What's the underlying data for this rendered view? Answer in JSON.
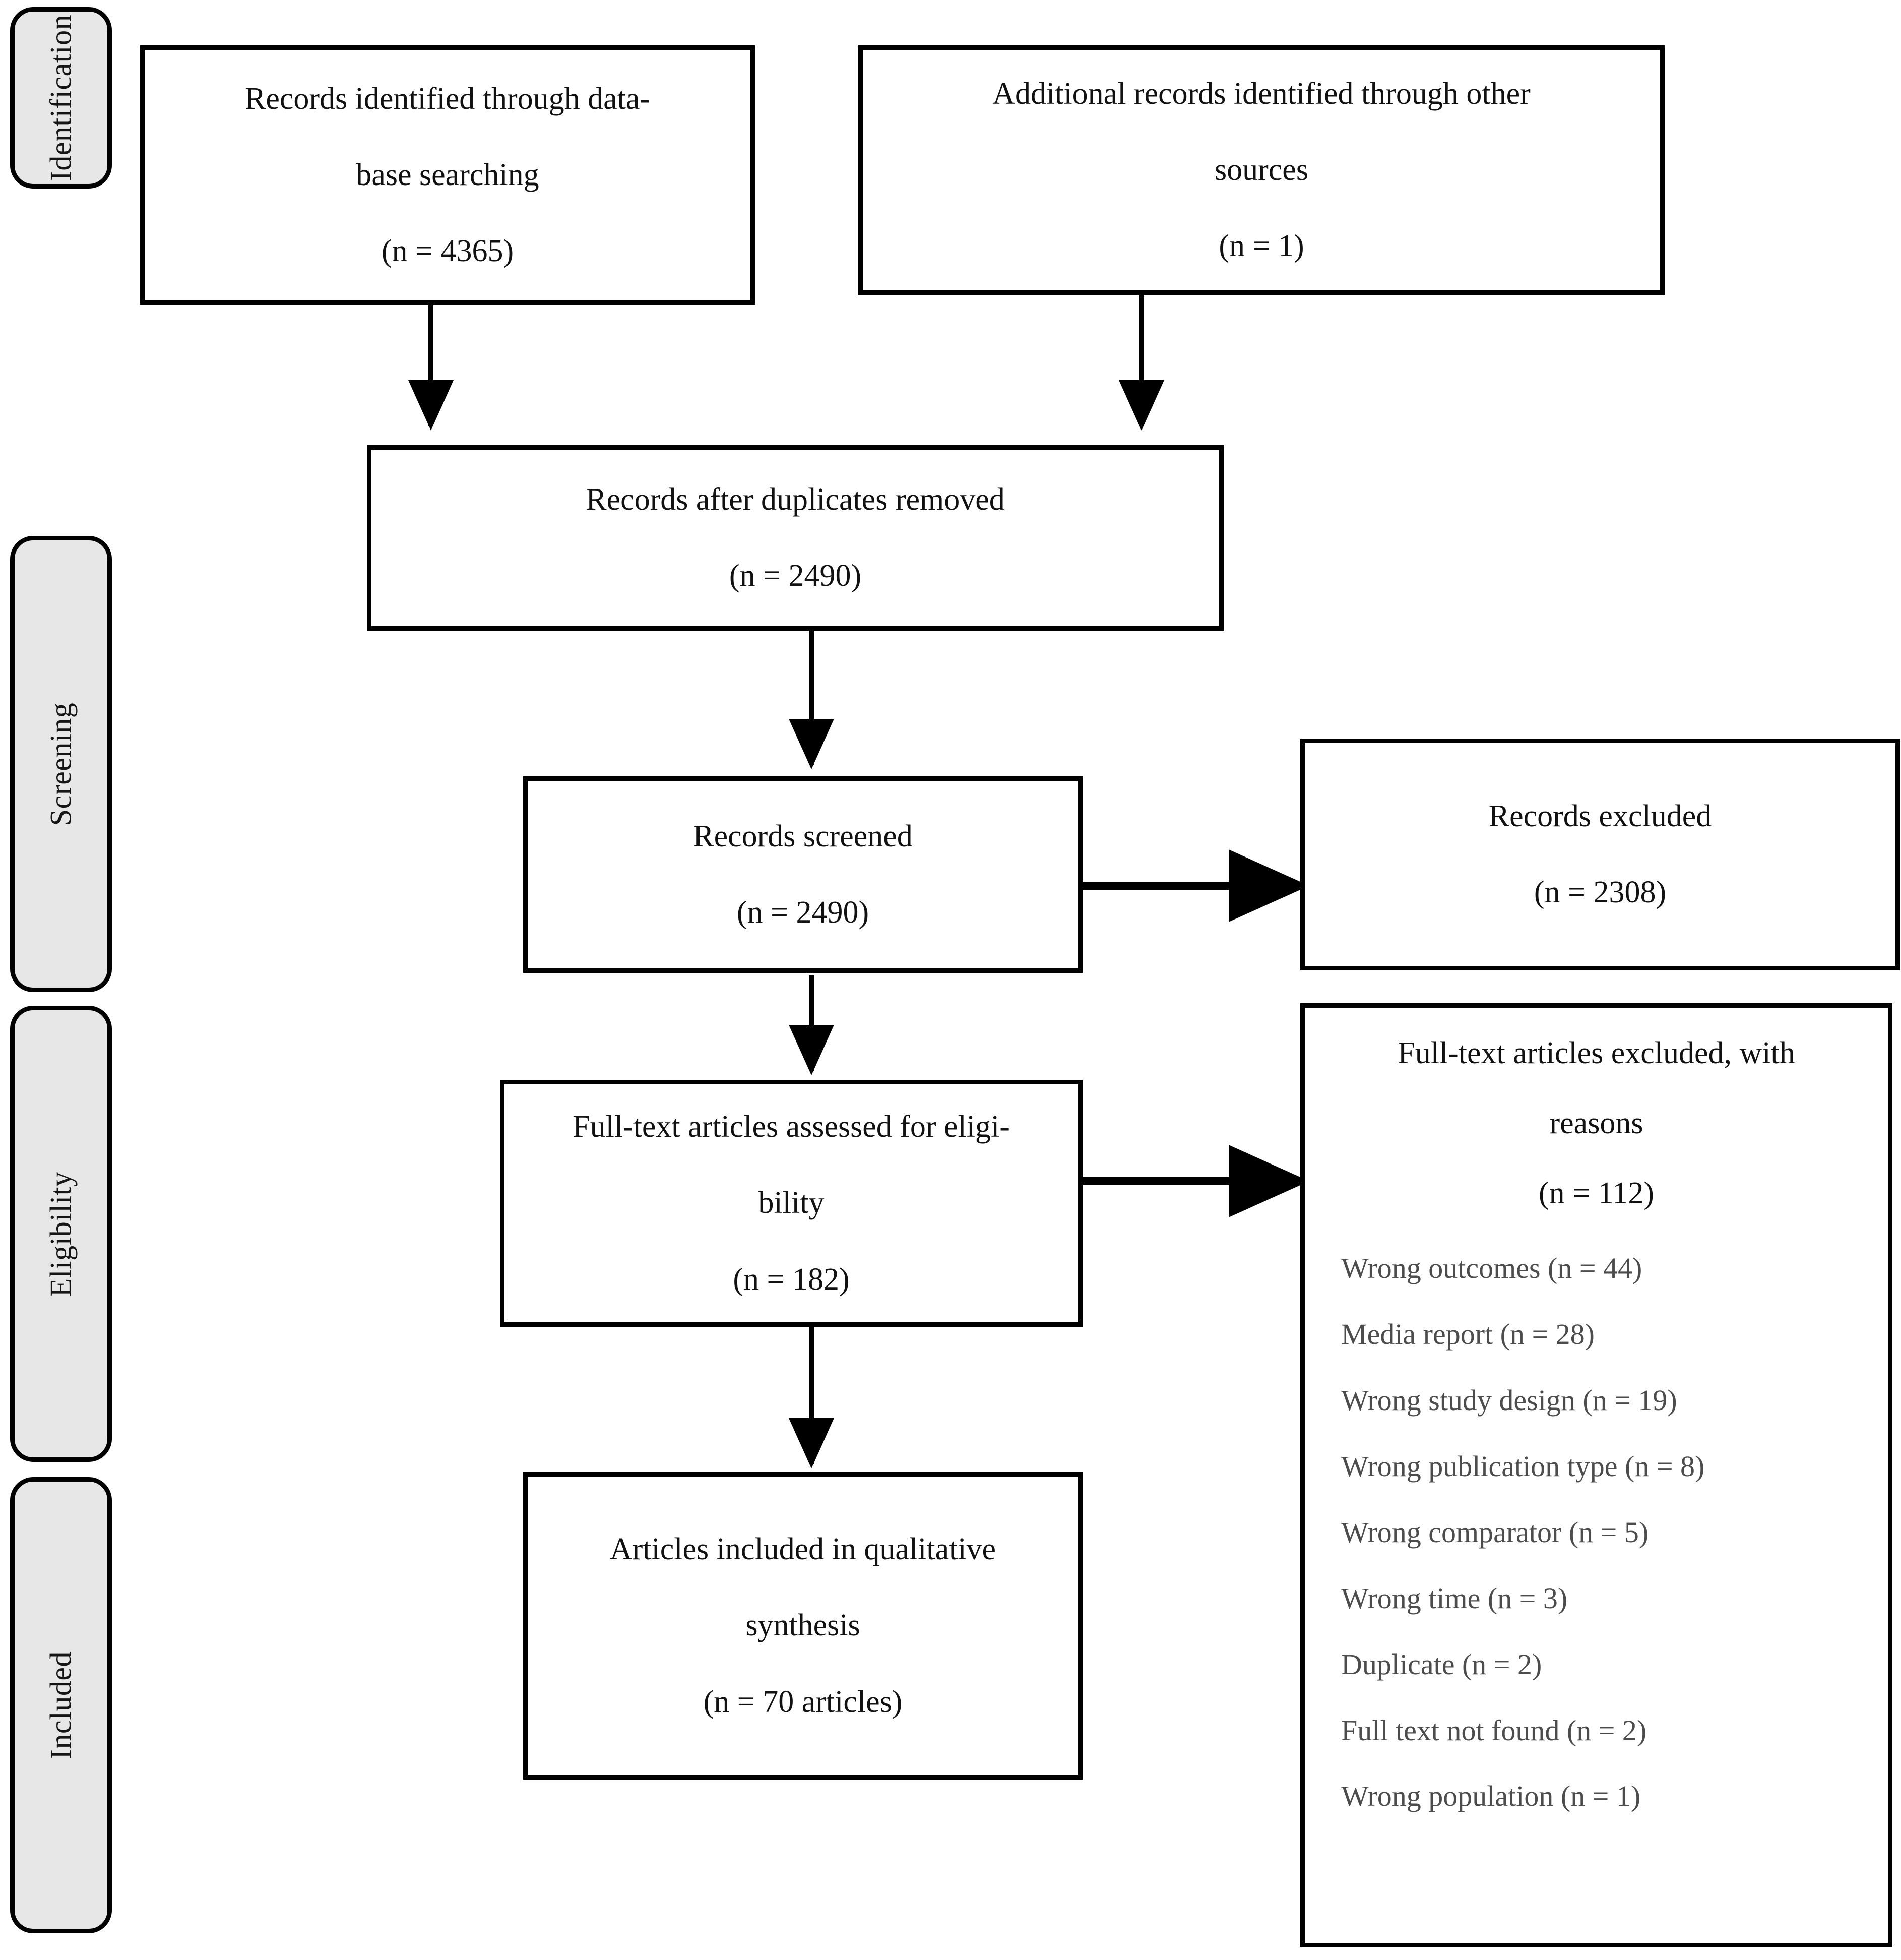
{
  "diagram": {
    "title": "PRISMA flow diagram",
    "type": "prisma-flow-diagram",
    "colors": {
      "stage_bar_fill": "#e7e7e7",
      "stage_bar_border": "#000000",
      "box_border": "#000000",
      "box_fill": "#ffffff",
      "text": "#111111",
      "reason_text": "#4c4c4c",
      "arrow": "#000000",
      "background": "#ffffff"
    }
  },
  "stages": [
    {
      "label": "Identification"
    },
    {
      "label": "Screening"
    },
    {
      "label": "Eligibility"
    },
    {
      "label": "Included"
    }
  ],
  "boxes": {
    "database_records": {
      "line1": "Records identified through data-",
      "line2": "base searching",
      "line3": "(n = 4365)"
    },
    "other_records": {
      "line1": "Additional records identified through other",
      "line2": "sources",
      "line3": "(n = 1)"
    },
    "after_duplicates": {
      "line1": "Records after duplicates removed",
      "line2": "(n = 2490)"
    },
    "records_screened": {
      "line1": "Records screened",
      "line2": "(n = 2490)"
    },
    "records_excluded": {
      "line1": "Records excluded",
      "line2": "(n = 2308)"
    },
    "fulltext_assessed": {
      "line1": "Full-text articles assessed for eligi-",
      "line2": "bility",
      "line3": "(n = 182)"
    },
    "fulltext_excluded": {
      "line1": "Full-text articles excluded, with",
      "line2": "reasons",
      "line3": "(n = 112)"
    },
    "articles_included": {
      "line1": "Articles included in qualitative",
      "line2": "synthesis",
      "line3": "(n = 70 articles)"
    }
  },
  "exclusion_reasons": [
    {
      "label": "Wrong outcomes (n = 44)"
    },
    {
      "label": "Media report (n = 28)"
    },
    {
      "label": "Wrong study design (n = 19)"
    },
    {
      "label": "Wrong publication type (n = 8)"
    },
    {
      "label": "Wrong comparator (n = 5)"
    },
    {
      "label": "Wrong time (n = 3)"
    },
    {
      "label": "Duplicate (n = 2)"
    },
    {
      "label": "Full text not found (n = 2)"
    },
    {
      "label": "Wrong population (n = 1)"
    }
  ],
  "chart_data": {
    "type": "table",
    "title": "PRISMA flow diagram",
    "nodes": [
      {
        "id": "database_records",
        "stage": "Identification",
        "label": "Records identified through database searching",
        "n": 4365
      },
      {
        "id": "other_records",
        "stage": "Identification",
        "label": "Additional records identified through other sources",
        "n": 1
      },
      {
        "id": "after_duplicates",
        "stage": "Screening",
        "label": "Records after duplicates removed",
        "n": 2490
      },
      {
        "id": "records_screened",
        "stage": "Screening",
        "label": "Records screened",
        "n": 2490
      },
      {
        "id": "records_excluded",
        "stage": "Screening",
        "label": "Records excluded",
        "n": 2308
      },
      {
        "id": "fulltext_assessed",
        "stage": "Eligibility",
        "label": "Full-text articles assessed for eligibility",
        "n": 182
      },
      {
        "id": "fulltext_excluded",
        "stage": "Eligibility",
        "label": "Full-text articles excluded, with reasons",
        "n": 112
      },
      {
        "id": "articles_included",
        "stage": "Included",
        "label": "Articles included in qualitative synthesis",
        "n": 70
      }
    ],
    "edges": [
      {
        "from": "database_records",
        "to": "after_duplicates"
      },
      {
        "from": "other_records",
        "to": "after_duplicates"
      },
      {
        "from": "after_duplicates",
        "to": "records_screened"
      },
      {
        "from": "records_screened",
        "to": "records_excluded"
      },
      {
        "from": "records_screened",
        "to": "fulltext_assessed"
      },
      {
        "from": "fulltext_assessed",
        "to": "fulltext_excluded"
      },
      {
        "from": "fulltext_assessed",
        "to": "articles_included"
      }
    ],
    "exclusion_breakdown": {
      "categories": [
        "Wrong outcomes",
        "Media report",
        "Wrong study design",
        "Wrong publication type",
        "Wrong comparator",
        "Wrong time",
        "Duplicate",
        "Full text not found",
        "Wrong population"
      ],
      "values": [
        44,
        28,
        19,
        8,
        5,
        3,
        2,
        2,
        1
      ],
      "total": 112
    }
  }
}
